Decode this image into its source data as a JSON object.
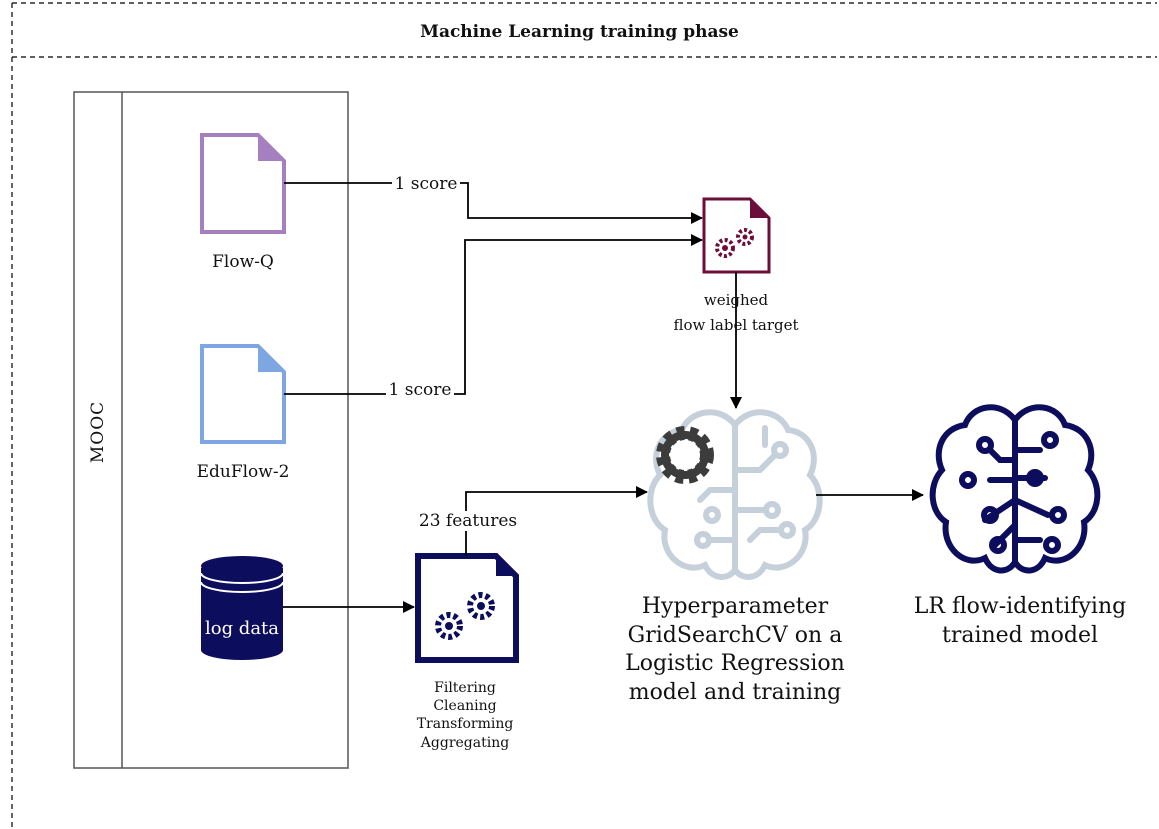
{
  "title": "Machine Learning training phase",
  "pool_label": "MOOC",
  "sources": {
    "flow_q": {
      "label": "Flow-Q",
      "color": "#a67fc0",
      "icon": "document-icon"
    },
    "eduflow2": {
      "label": "EduFlow-2",
      "color": "#7ea6e0",
      "icon": "document-icon"
    },
    "logdata": {
      "label": "log data",
      "color": "#0d0d5e",
      "icon": "database-icon"
    }
  },
  "edges": {
    "flowq_score": "1 score",
    "eduflow_score": "1 score",
    "features": "23 features"
  },
  "weighed": {
    "line1": "weighed",
    "line2": "flow label target",
    "color": "#6b0f3a",
    "icon": "gears-document-icon"
  },
  "processing": {
    "lines": [
      "Filtering",
      "Cleaning",
      "Transforming",
      "Aggregating"
    ],
    "color": "#0d0d5e",
    "icon": "gears-document-icon"
  },
  "hyper": {
    "lines": [
      "Hyperparameter",
      "GridSearchCV on a",
      "Logistic Regression",
      "model and training"
    ],
    "icon": "brain-circuit-gear-icon",
    "brain_color": "#c5d0da",
    "gear_color": "#3c3c3c"
  },
  "result": {
    "lines": [
      "LR flow-identifying",
      "trained model"
    ],
    "icon": "brain-circuit-icon",
    "color": "#0d0d5e"
  }
}
